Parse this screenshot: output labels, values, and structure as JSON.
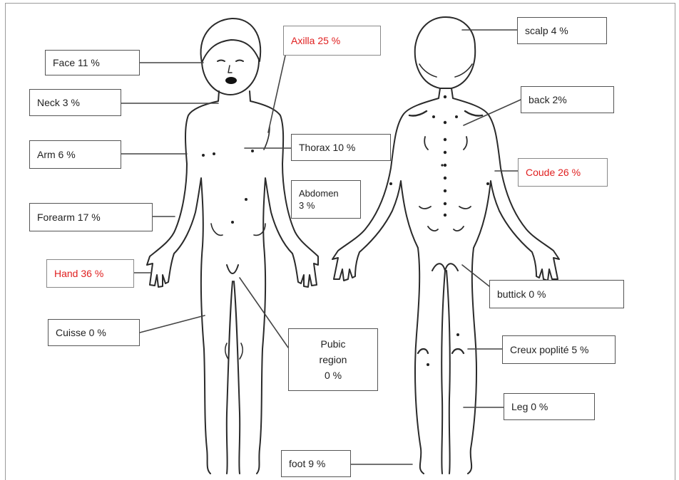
{
  "colors": {
    "highlight": "#e02020",
    "text": "#222222",
    "line": "#333333"
  },
  "front_labels": {
    "face": "Face  11 %",
    "neck": "Neck  3 %",
    "arm": "Arm  6 %",
    "forearm": "Forearm 17 %",
    "hand": "Hand  36 %",
    "cuisse": "Cuisse  0 %",
    "axilla": "Axilla  25 %",
    "thorax": "Thorax  10 %",
    "abdomen_line1": "Abdomen",
    "abdomen_line2": "3 %",
    "pubic_line1": "Pubic",
    "pubic_line2": "region",
    "pubic_line3": "0 %",
    "foot": "foot  9 %"
  },
  "back_labels": {
    "scalp": "scalp  4 %",
    "back": "back  2%",
    "coude": "Coude  26 %",
    "buttick": "buttick  0 %",
    "creux": "Creux poplité  5 %",
    "leg": "Leg 0 %"
  },
  "highlighted_regions": [
    "Axilla",
    "Hand",
    "Coude"
  ]
}
